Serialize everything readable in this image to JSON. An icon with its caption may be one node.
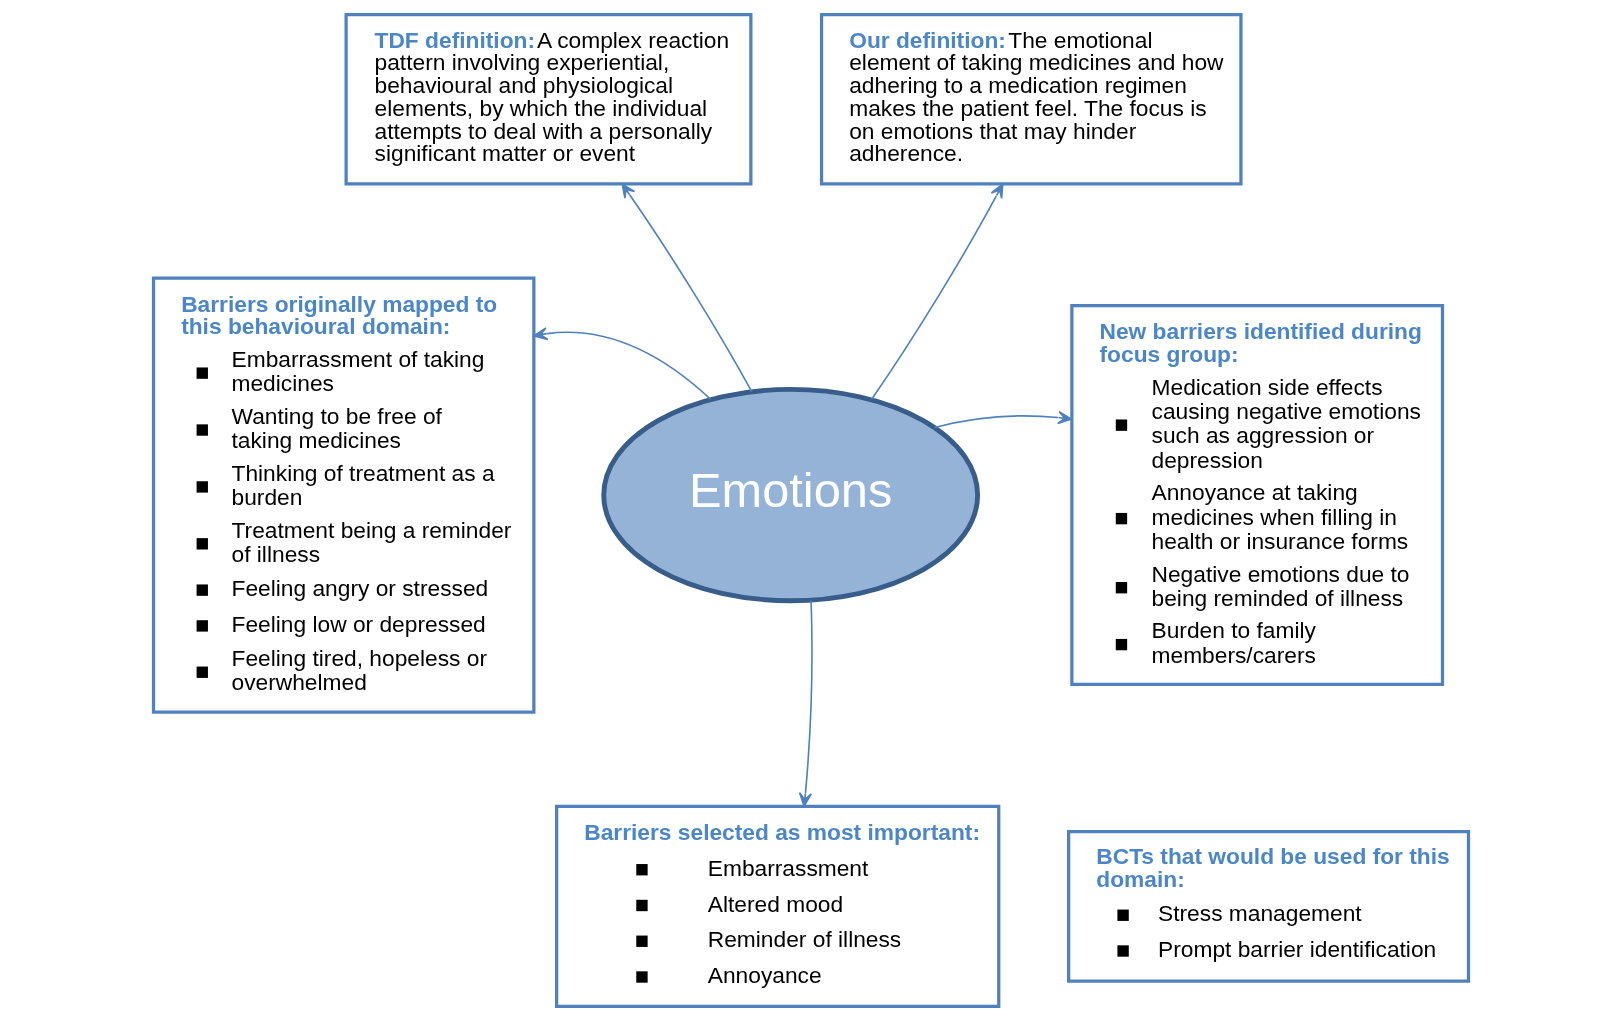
{
  "diagram": {
    "nodes": [
      {
        "text": [
          "Emotions"
        ]
      },
      {
        "text": [
          "TDF definition:",
          "A complex reaction pattern involving experiential, behavioural and physiological elements, by which the individual attempts to deal with a personally significant matter or event"
        ]
      },
      {
        "text": [
          "Our definition:",
          "The emotional element of taking medicines and how adhering to a medication regimen makes the patient feel. The focus is on emotions that may hinder adherence."
        ]
      },
      {
        "text": [
          "Barriers originally mapped to this behavioural domain:",
          "Embarrassment of taking medicines",
          "Wanting to be free of taking medicines",
          "Thinking of treatment as a burden",
          "Treatment being a reminder of illness",
          "Feeling angry or stressed",
          "Feeling low or depressed",
          "Feeling tired, hopeless or overwhelmed"
        ]
      },
      {
        "text": [
          "New barriers identified during focus group:",
          "Medication side effects causing negative emotions such as aggression or depression",
          "Annoyance at taking medicines when filling in health or insurance forms",
          "Negative emotions due to being reminded of illness",
          "Burden to family members/carers"
        ]
      },
      {
        "text": [
          "Barriers selected as most important:",
          "Embarrassment",
          "Altered mood",
          "Reminder of illness",
          "Annoyance"
        ]
      },
      {
        "text": [
          "BCTs that would be used for this domain:",
          "Stress management",
          "Prompt barrier identification"
        ]
      }
    ],
    "edges": [
      {
        "from": 0,
        "to": 1,
        "arrow": "to"
      },
      {
        "from": 0,
        "to": 2,
        "arrow": "to"
      },
      {
        "from": 0,
        "to": 3,
        "arrow": "to"
      },
      {
        "from": 0,
        "to": 4,
        "arrow": "to"
      },
      {
        "from": 0,
        "to": 5,
        "arrow": "to"
      }
    ]
  }
}
